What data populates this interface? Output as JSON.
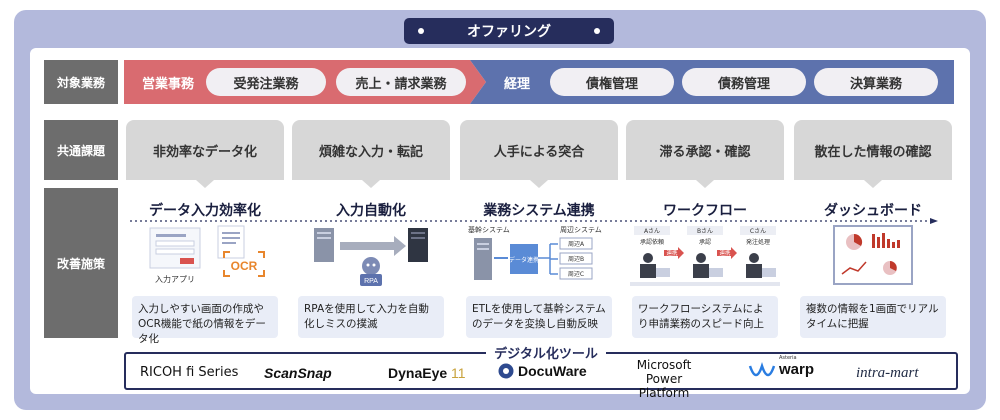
{
  "header": {
    "title": "オファリング"
  },
  "rows": {
    "target": "対象業務",
    "common": "共通課題",
    "improve": "改善施策"
  },
  "sales": {
    "title": "営業事務",
    "items": [
      "受発注業務",
      "売上・請求業務"
    ]
  },
  "accounting": {
    "title": "経理",
    "items": [
      "債権管理",
      "債務管理",
      "決算業務"
    ]
  },
  "columns": [
    {
      "issue": "非効率なデータ化",
      "measure": "データ入力効率化",
      "desc": "入力しやすい画面の作成やOCR機能で紙の情報をデータ化",
      "illus": {
        "app_label": "入力アプリ",
        "ocr_label": "OCR"
      }
    },
    {
      "issue": "煩雑な入力・転記",
      "measure": "入力自動化",
      "desc": "RPAを使用して入力を自動化しミスの撲滅",
      "illus": {
        "robot_label": "RPA"
      }
    },
    {
      "issue": "人手による突合",
      "measure": "業務システム連携",
      "desc": "ETLを使用して基幹システムのデータを変換し自動反映",
      "illus": {
        "core_label": "基幹システム",
        "peripheral_label": "周辺システム",
        "hub_label": "データ連携",
        "systems": [
          "周辺A",
          "周辺B",
          "周辺C"
        ]
      }
    },
    {
      "issue": "滞る承認・確認",
      "measure": "ワークフロー",
      "desc": "ワークフローシステムにより申請業務のスピード向上",
      "illus": {
        "people": [
          "Aさん",
          "Bさん",
          "Cさん"
        ],
        "steps": [
          "承認依頼",
          "承認",
          "発注処理"
        ],
        "arrow_label": "連携"
      }
    },
    {
      "issue": "散在した情報の確認",
      "measure": "ダッシュボード",
      "desc": "複数の情報を1画面でリアルタイムに把握",
      "illus": {}
    }
  ],
  "tools": {
    "title": "デジタル化ツール",
    "items": [
      "RICOH fi Series",
      "ScanSnap",
      "DynaEye",
      "11",
      "DocuWare",
      "Microsoft",
      "Power Platform",
      "Asteria",
      "warp",
      "intra-mart"
    ]
  },
  "colors": {
    "frame": "#b3b9dc",
    "navy": "#262d5c",
    "sales": "#d96b70",
    "accounting": "#5d72ad",
    "label_gray": "#6d6d6d",
    "issue_gray": "#d7d7d7",
    "desc_bg": "#e9edf7",
    "accent_orange": "#e8862d",
    "accent_red": "#d9534f"
  }
}
